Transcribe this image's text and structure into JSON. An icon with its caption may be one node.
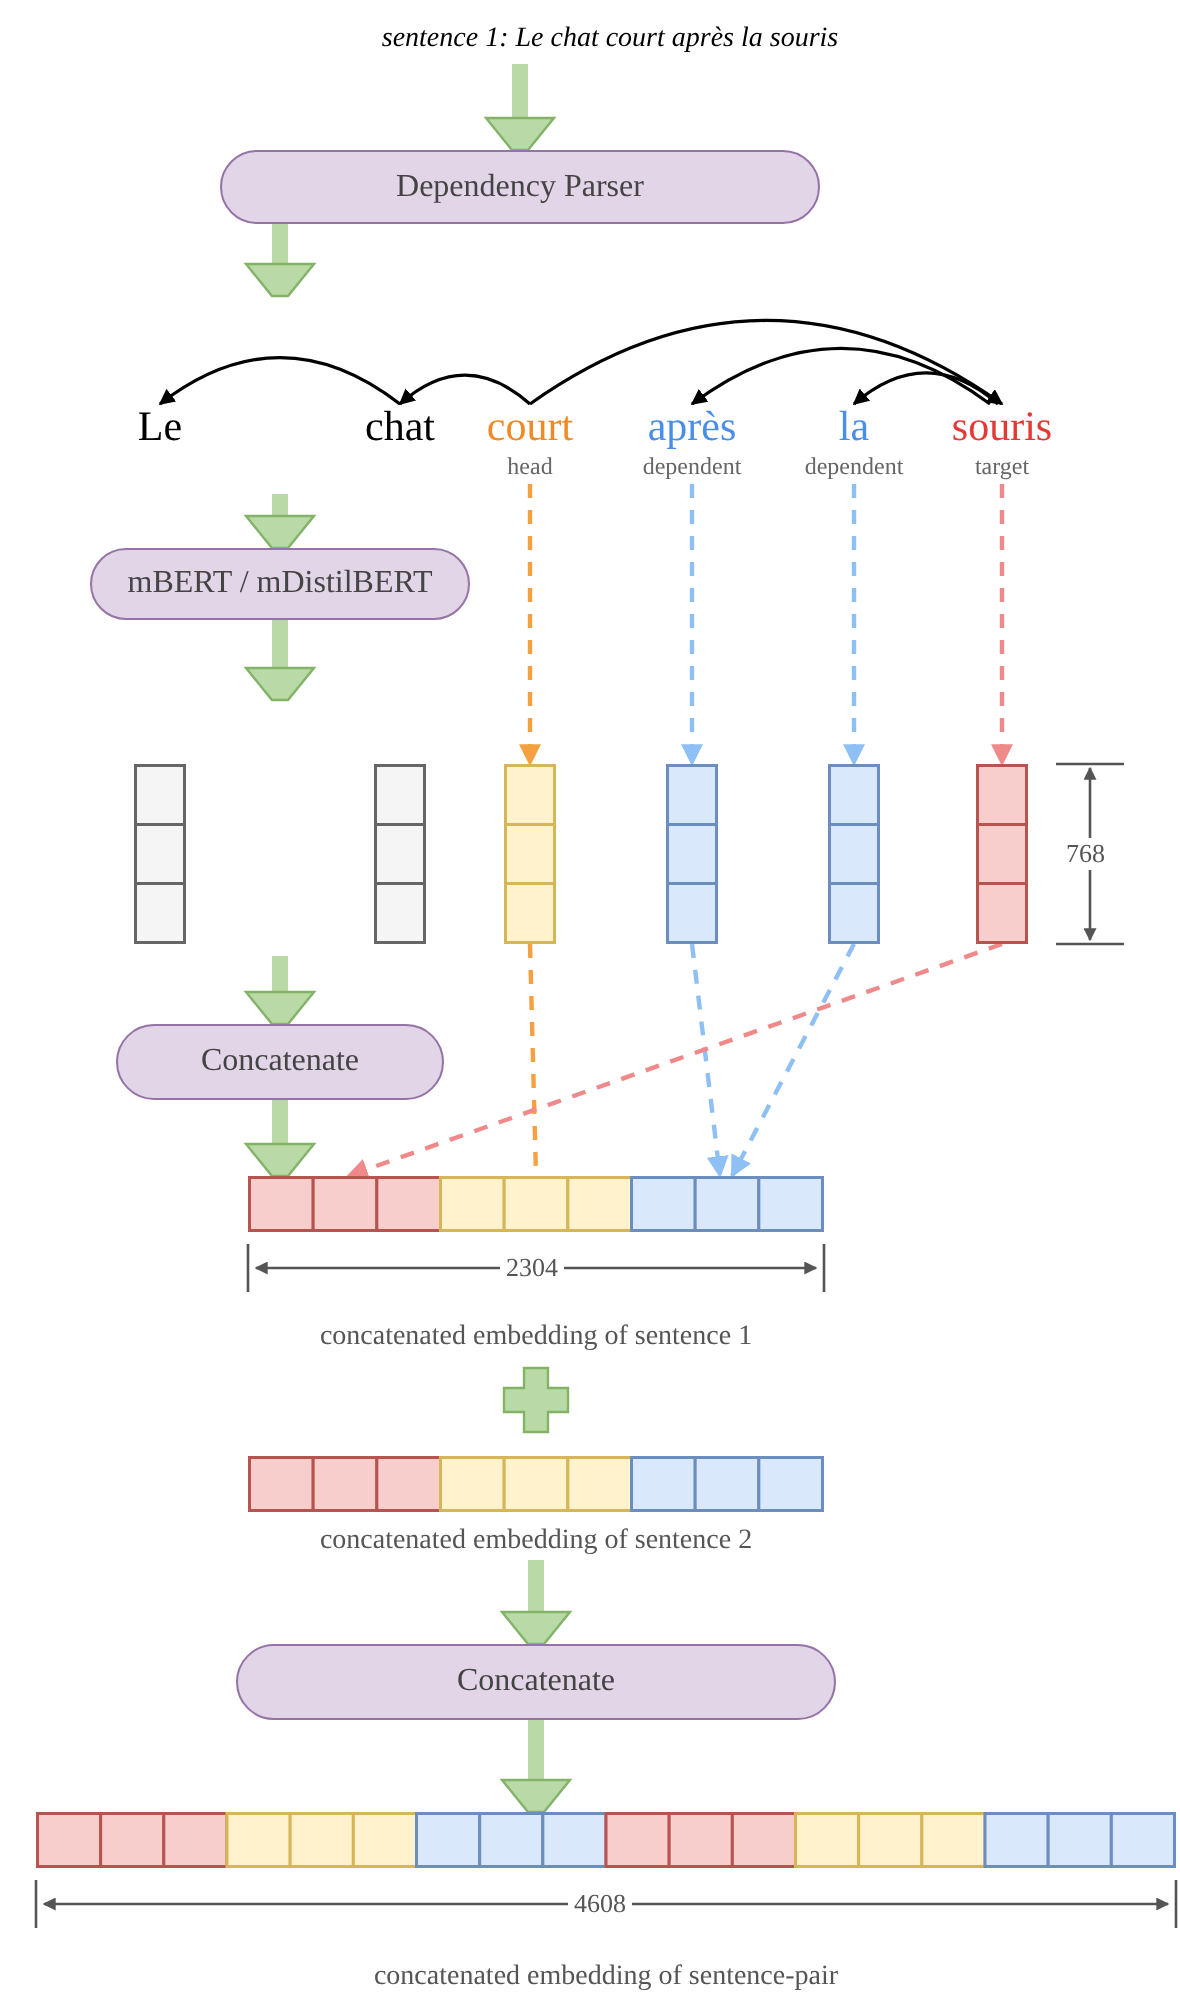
{
  "diagram": {
    "nodes": [
      {
        "text": [
          "sentence 1:  Le chat court après la souris"
        ]
      },
      {
        "text": [
          "Dependency Parser"
        ]
      },
      {
        "text": [
          "Le"
        ]
      },
      {
        "text": [
          "chat"
        ]
      },
      {
        "text": [
          "court"
        ],
        "beside": [
          "head"
        ]
      },
      {
        "text": [
          "après"
        ],
        "beside": [
          "dependent"
        ]
      },
      {
        "text": [
          "la"
        ],
        "beside": [
          "dependent"
        ]
      },
      {
        "text": [
          "souris"
        ],
        "beside": [
          "target"
        ]
      },
      {
        "text": [
          "mBERT / mDistilBERT"
        ]
      },
      {
        "text": [],
        "shape": "bar"
      },
      {
        "text": [],
        "shape": "bar"
      },
      {
        "text": [],
        "shape": "bar"
      },
      {
        "text": [],
        "shape": "bar"
      },
      {
        "text": [],
        "shape": "bar"
      },
      {
        "text": [],
        "shape": "bar"
      },
      {
        "text": [
          "Concatenate"
        ]
      },
      {
        "text": [],
        "shape": "bar",
        "beside": [
          "concatenated embedding of sentence 1"
        ]
      },
      {
        "text": [],
        "shape": "bar",
        "beside": [
          "concatenated embedding of sentence 2"
        ]
      },
      {
        "text": [
          "Concatenate"
        ]
      },
      {
        "text": [],
        "shape": "bar",
        "beside": [
          "concatenated embedding of sentence-pair"
        ]
      }
    ],
    "edges": [
      {
        "from": 0,
        "to": 1,
        "arrow": "to",
        "style": "thick"
      },
      {
        "from": 1,
        "to": null,
        "arrow": "to",
        "style": "thick"
      },
      {
        "from": 3,
        "to": 2,
        "arrow": "to",
        "color": "#000000"
      },
      {
        "from": 4,
        "to": 3,
        "arrow": "to",
        "color": "#000000"
      },
      {
        "from": 4,
        "to": 7,
        "arrow": "to",
        "color": "#000000"
      },
      {
        "from": 7,
        "to": 5,
        "arrow": "to",
        "color": "#000000"
      },
      {
        "from": 7,
        "to": 6,
        "arrow": "to",
        "color": "#000000"
      },
      {
        "from": null,
        "to": 8,
        "arrow": "to",
        "style": "thick"
      },
      {
        "from": 4,
        "to": 11,
        "arrow": "to",
        "style": "dashed",
        "color": "#f5a142"
      },
      {
        "from": 5,
        "to": 12,
        "arrow": "to",
        "style": "dashed",
        "color": "#8ec0f5"
      },
      {
        "from": 6,
        "to": 13,
        "arrow": "to",
        "style": "dashed",
        "color": "#8ec0f5"
      },
      {
        "from": 7,
        "to": 14,
        "arrow": "to",
        "style": "dashed",
        "color": "#f08a8a"
      },
      {
        "from": 8,
        "to": null,
        "arrow": "to",
        "style": "thick"
      },
      {
        "from": null,
        "to": 15,
        "arrow": "to",
        "style": "thick"
      },
      {
        "from": 11,
        "to": 16,
        "arrow": "none",
        "style": "dashed",
        "color": "#f5a142"
      },
      {
        "from": 12,
        "to": 16,
        "arrow": "to",
        "style": "dashed",
        "color": "#8ec0f5"
      },
      {
        "from": 13,
        "to": 16,
        "arrow": "to",
        "style": "dashed",
        "color": "#8ec0f5"
      },
      {
        "from": 14,
        "to": 16,
        "arrow": "to",
        "style": "dashed",
        "color": "#f08a8a"
      },
      {
        "from": 15,
        "to": 16,
        "arrow": "to",
        "style": "thick"
      },
      {
        "from": 17,
        "to": 18,
        "arrow": "to",
        "style": "thick"
      },
      {
        "from": 18,
        "to": 19,
        "arrow": "to",
        "style": "thick"
      }
    ],
    "labels": [
      "768",
      "2304",
      "4608"
    ]
  }
}
